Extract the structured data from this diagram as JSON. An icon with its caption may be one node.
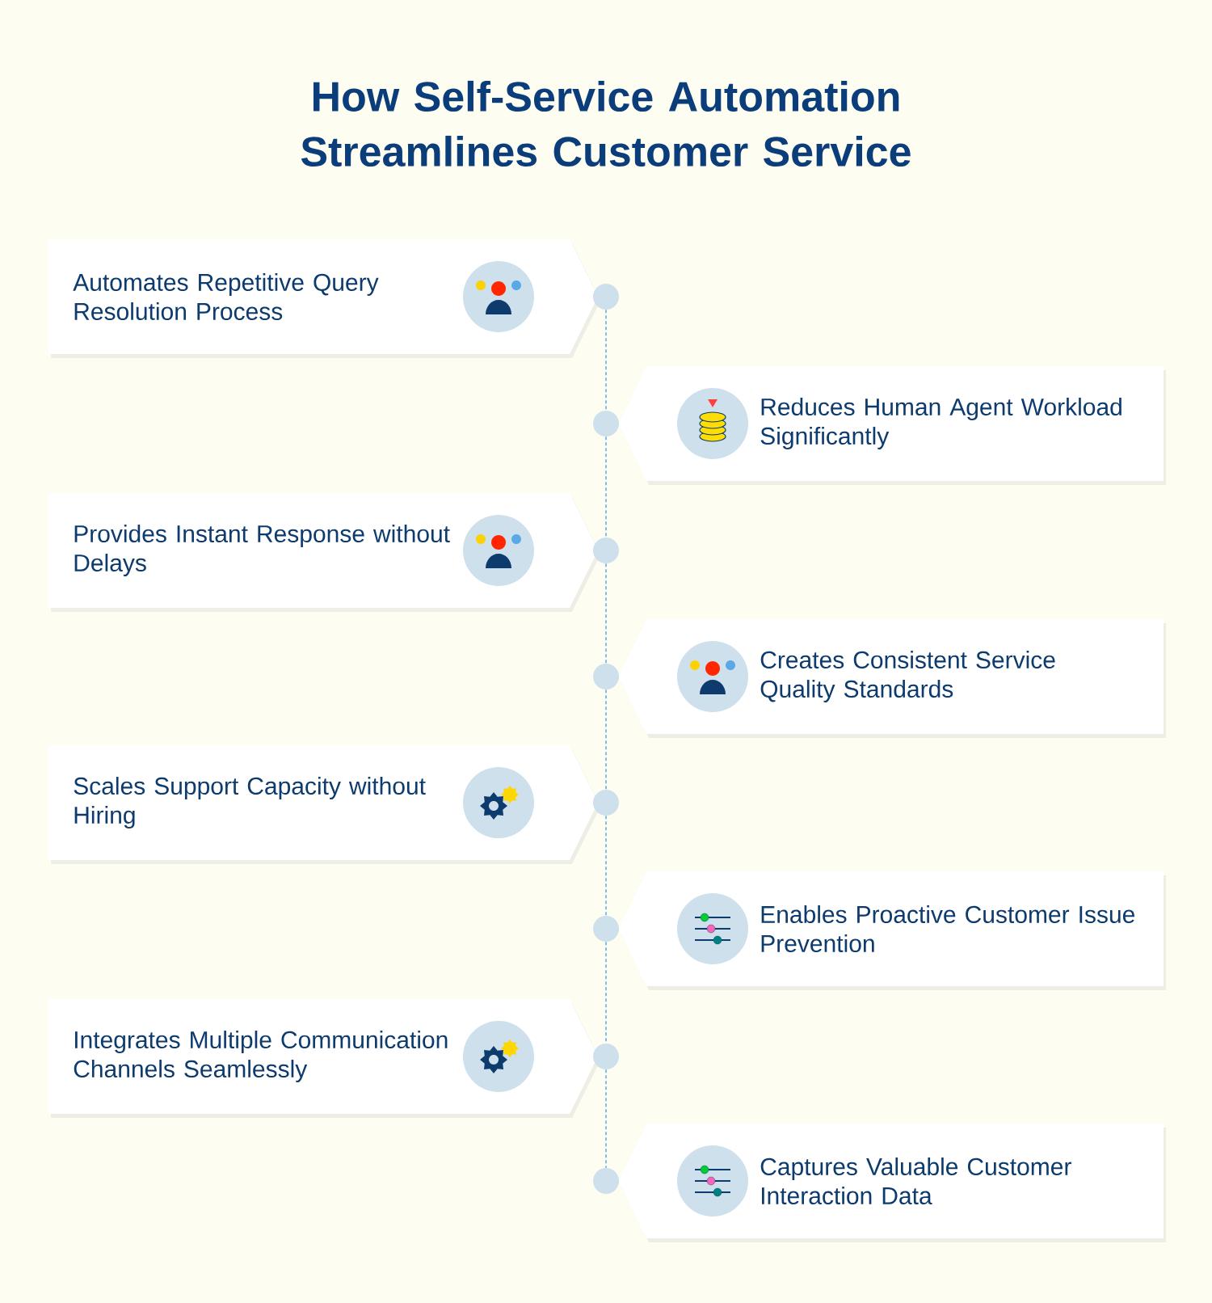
{
  "diagram": {
    "title": "How Self-Service Automation Streamlines Customer Service",
    "nodes": [
      {
        "text": [
          "Automates Repetitive Query Resolution Process"
        ]
      },
      {
        "text": [
          "Reduces Human Agent Workload Significantly"
        ]
      },
      {
        "text": [
          "Provides Instant Response without Delays"
        ]
      },
      {
        "text": [
          "Creates Consistent Service Quality Standards"
        ]
      },
      {
        "text": [
          "Scales Support Capacity without Hiring"
        ]
      },
      {
        "text": [
          "Enables Proactive Customer Issue Prevention"
        ]
      },
      {
        "text": [
          "Integrates Multiple Communication Channels Seamlessly"
        ]
      },
      {
        "text": [
          "Captures Valuable Customer Interaction Data"
        ]
      },
      {
        "text": [],
        "shape": "circle"
      },
      {
        "text": [],
        "shape": "circle"
      },
      {
        "text": [],
        "shape": "circle"
      },
      {
        "text": [],
        "shape": "circle"
      },
      {
        "text": [],
        "shape": "circle"
      },
      {
        "text": [],
        "shape": "circle"
      },
      {
        "text": [],
        "shape": "circle"
      },
      {
        "text": [],
        "shape": "circle"
      }
    ],
    "edges": [
      {
        "from": 8,
        "to": 9,
        "arrow": "none",
        "style": "dashed"
      },
      {
        "from": 9,
        "to": 10,
        "arrow": "none",
        "style": "dashed"
      },
      {
        "from": 10,
        "to": 11,
        "arrow": "none",
        "style": "dashed"
      },
      {
        "from": 11,
        "to": 12,
        "arrow": "none",
        "style": "dashed"
      },
      {
        "from": 12,
        "to": 13,
        "arrow": "none",
        "style": "dashed"
      },
      {
        "from": 13,
        "to": 14,
        "arrow": "none",
        "style": "dashed"
      },
      {
        "from": 14,
        "to": 15,
        "arrow": "none",
        "style": "dashed"
      }
    ]
  }
}
